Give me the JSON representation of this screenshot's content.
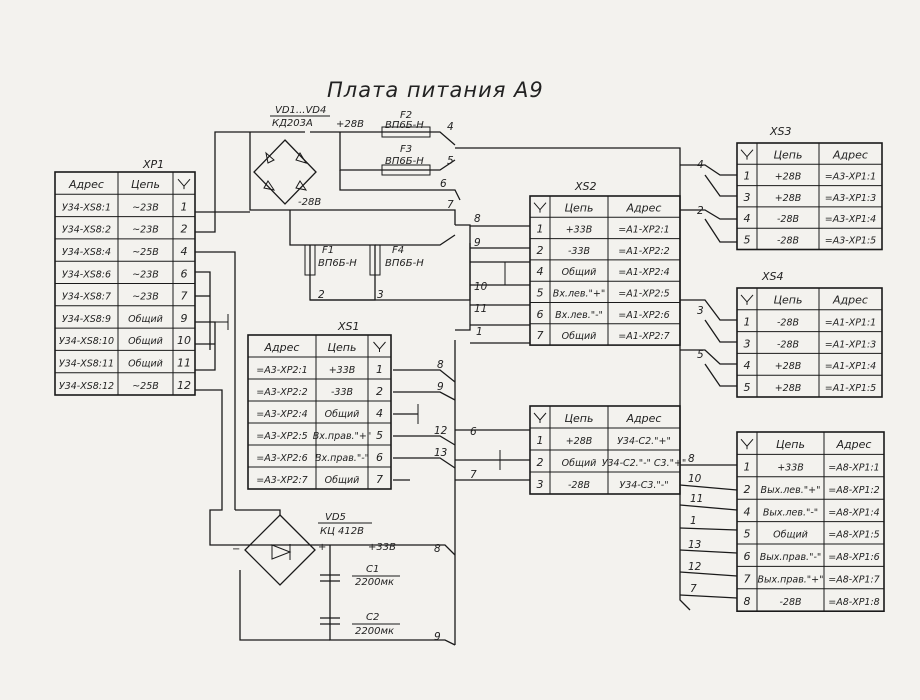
{
  "title": "Плата питания А9",
  "components": {
    "vd1_4": {
      "ref": "VD1...VD4",
      "type": "КД203А"
    },
    "f2": {
      "ref": "F2",
      "type": "ВП6Б-Н"
    },
    "f3": {
      "ref": "F3",
      "type": "ВП6Б-Н"
    },
    "f1": {
      "ref": "F1",
      "type": "ВП6Б-Н"
    },
    "f4": {
      "ref": "F4",
      "type": "ВП6Б-Н"
    },
    "vd5": {
      "ref": "VD5",
      "type": "КЦ 412В"
    },
    "c1": {
      "ref": "C1",
      "value": "2200мк"
    },
    "c2": {
      "ref": "C2",
      "value": "2200мк"
    }
  },
  "voltages": {
    "bridge_plus": "+28В",
    "bridge_minus": "-28В",
    "vd5_plus": "+33В",
    "vd5_minus": "−",
    "vd5_plus_sign": "+"
  },
  "wire_numbers": {
    "top": [
      "4",
      "5",
      "6",
      "7"
    ],
    "left_block": [
      "8",
      "9",
      "10",
      "11",
      "1"
    ],
    "f_wires": [
      "2",
      "3"
    ],
    "xs1_right": [
      "8",
      "9",
      "12",
      "13"
    ],
    "xs_mid": [
      "6",
      "7"
    ],
    "vd5": [
      "8",
      "9"
    ],
    "xs3": [
      "4",
      "2"
    ],
    "xs4": [
      "3",
      "5"
    ],
    "xs5": [
      "8",
      "10",
      "11",
      "1",
      "13",
      "12",
      "7"
    ]
  },
  "xp1": {
    "name": "XP1",
    "headers": [
      "Адрес",
      "Цепь"
    ],
    "rows": [
      {
        "addr": "У34-XS8:1",
        "net": "~23В",
        "pin": "1"
      },
      {
        "addr": "У34-XS8:2",
        "net": "~23В",
        "pin": "2"
      },
      {
        "addr": "У34-XS8:4",
        "net": "~25В",
        "pin": "4"
      },
      {
        "addr": "У34-XS8:6",
        "net": "~23В",
        "pin": "6"
      },
      {
        "addr": "У34-XS8:7",
        "net": "~23В",
        "pin": "7"
      },
      {
        "addr": "У34-XS8:9",
        "net": "Общий",
        "pin": "9"
      },
      {
        "addr": "У34-XS8:10",
        "net": "Общий",
        "pin": "10"
      },
      {
        "addr": "У34-XS8:11",
        "net": "Общий",
        "pin": "11"
      },
      {
        "addr": "У34-XS8:12",
        "net": "~25В",
        "pin": "12"
      }
    ]
  },
  "xs1": {
    "name": "XS1",
    "headers": [
      "Адрес",
      "Цепь"
    ],
    "rows": [
      {
        "addr": "=А3-XP2:1",
        "net": "+33В",
        "pin": "1"
      },
      {
        "addr": "=А3-XP2:2",
        "net": "-33В",
        "pin": "2"
      },
      {
        "addr": "=А3-XP2:4",
        "net": "Общий",
        "pin": "4"
      },
      {
        "addr": "=А3-XP2:5",
        "net": "Вх.прав.\"+\"",
        "pin": "5"
      },
      {
        "addr": "=А3-XP2:6",
        "net": "Вх.прав.\"-\"",
        "pin": "6"
      },
      {
        "addr": "=А3-XP2:7",
        "net": "Общий",
        "pin": "7"
      }
    ]
  },
  "xs2": {
    "name": "XS2",
    "headers": [
      "Цепь",
      "Адрес"
    ],
    "rows": [
      {
        "pin": "1",
        "net": "+33В",
        "addr": "=А1-XP2:1"
      },
      {
        "pin": "2",
        "net": "-33В",
        "addr": "=А1-XP2:2"
      },
      {
        "pin": "4",
        "net": "Общий",
        "addr": "=А1-XP2:4"
      },
      {
        "pin": "5",
        "net": "Вх.лев.\"+\"",
        "addr": "=А1-XP2:5"
      },
      {
        "pin": "6",
        "net": "Вх.лев.\"-\"",
        "addr": "=А1-XP2:6"
      },
      {
        "pin": "7",
        "net": "Общий",
        "addr": "=А1-XP2:7"
      }
    ]
  },
  "xsmid": {
    "headers": [
      "Цепь",
      "Адрес"
    ],
    "rows": [
      {
        "pin": "1",
        "net": "+28В",
        "addr": "У34-С2.\"+\""
      },
      {
        "pin": "2",
        "net": "Общий",
        "addr": "У34-С2.\"-\" С3.\"+\""
      },
      {
        "pin": "3",
        "net": "-28В",
        "addr": "У34-С3.\"-\""
      }
    ]
  },
  "xs3": {
    "name": "XS3",
    "headers": [
      "Цепь",
      "Адрес"
    ],
    "rows": [
      {
        "pin": "1",
        "net": "+28В",
        "addr": "=А3-XP1:1"
      },
      {
        "pin": "3",
        "net": "+28В",
        "addr": "=А3-XP1:3"
      },
      {
        "pin": "4",
        "net": "-28В",
        "addr": "=А3-XP1:4"
      },
      {
        "pin": "5",
        "net": "-28В",
        "addr": "=А3-XP1:5"
      }
    ]
  },
  "xs4": {
    "name": "XS4",
    "headers": [
      "Цепь",
      "Адрес"
    ],
    "rows": [
      {
        "pin": "1",
        "net": "-28В",
        "addr": "=А1-XP1:1"
      },
      {
        "pin": "3",
        "net": "-28В",
        "addr": "=А1-XP1:3"
      },
      {
        "pin": "4",
        "net": "+28В",
        "addr": "=А1-XP1:4"
      },
      {
        "pin": "5",
        "net": "+28В",
        "addr": "=А1-XP1:5"
      }
    ]
  },
  "xs5": {
    "headers": [
      "Цепь",
      "Адрес"
    ],
    "rows": [
      {
        "pin": "1",
        "net": "+33В",
        "addr": "=А8-XP1:1"
      },
      {
        "pin": "2",
        "net": "Вых.лев.\"+\"",
        "addr": "=А8-XP1:2"
      },
      {
        "pin": "4",
        "net": "Вых.лев.\"-\"",
        "addr": "=А8-XP1:4"
      },
      {
        "pin": "5",
        "net": "Общий",
        "addr": "=А8-XP1:5"
      },
      {
        "pin": "6",
        "net": "Вых.прав.\"-\"",
        "addr": "=А8-XP1:6"
      },
      {
        "pin": "7",
        "net": "Вых.прав.\"+\"",
        "addr": "=А8-XP1:7"
      },
      {
        "pin": "8",
        "net": "-28В",
        "addr": "=А8-XP1:8"
      }
    ]
  }
}
